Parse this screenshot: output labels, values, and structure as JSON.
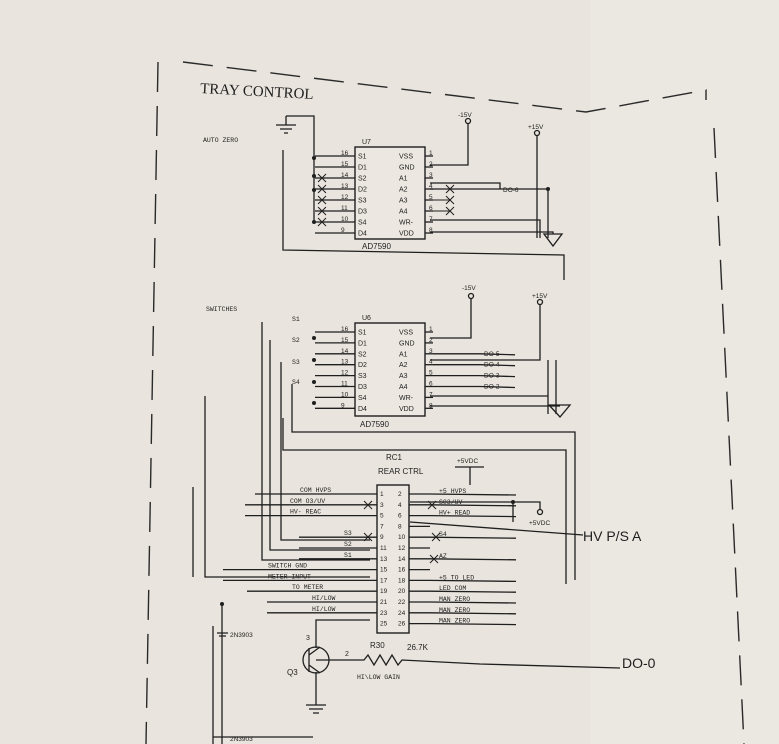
{
  "title": "TRAY CONTROL",
  "sections": {
    "auto_zero": "AUTO ZERO",
    "switches": "SWITCHES"
  },
  "supplies": {
    "neg15": "-15V",
    "pos15": "+15V",
    "pos5vdc": "+5VDC"
  },
  "chip_u7": {
    "ref": "U7",
    "part": "AD7590",
    "left_names": [
      "S1",
      "D1",
      "S2",
      "D2",
      "S3",
      "D3",
      "S4",
      "D4"
    ],
    "left_nums": [
      "16",
      "15",
      "14",
      "13",
      "12",
      "11",
      "10",
      "9"
    ],
    "right_names": [
      "VSS",
      "GND",
      "A1",
      "A2",
      "A3",
      "A4",
      "WR-",
      "VDD"
    ],
    "right_nums": [
      "1",
      "2",
      "3",
      "4",
      "5",
      "6",
      "7",
      "8"
    ],
    "net_label": "DO-6"
  },
  "chip_u6": {
    "ref": "U6",
    "part": "AD7590",
    "left_names": [
      "S1",
      "D1",
      "S2",
      "D2",
      "S3",
      "D3",
      "S4",
      "D4"
    ],
    "left_nums": [
      "16",
      "15",
      "14",
      "13",
      "12",
      "11",
      "10",
      "9"
    ],
    "right_names": [
      "VSS",
      "GND",
      "A1",
      "A2",
      "A3",
      "A4",
      "WR-",
      "VDD"
    ],
    "right_nums": [
      "1",
      "2",
      "3",
      "4",
      "5",
      "6",
      "7",
      "8"
    ],
    "net_labels": [
      "DO-5",
      "DO-4",
      "DO-3",
      "DO-2"
    ],
    "input_labels": [
      "S1",
      "S2",
      "S3",
      "S4"
    ]
  },
  "connector": {
    "ref": "RC1",
    "name": "REAR CTRL",
    "left_nums": [
      "1",
      "3",
      "5",
      "7",
      "9",
      "11",
      "13",
      "15",
      "17",
      "19",
      "21",
      "23",
      "25"
    ],
    "right_nums": [
      "2",
      "4",
      "6",
      "8",
      "10",
      "12",
      "14",
      "16",
      "18",
      "20",
      "22",
      "24",
      "26"
    ],
    "left_signals": [
      "COM HVPS",
      "COM O3/UV",
      "HV- REAC",
      "S3",
      "S2",
      "S1",
      "SWITCH GND",
      "METER INPUT",
      "TO METER",
      "HI/LOW",
      "HI/LOW"
    ],
    "right_signals": [
      "+5 HVPS",
      "S03/UV",
      "HV+ READ",
      "S4",
      "AZ",
      "+5 TO LED",
      "LED COM",
      "MAN ZERO",
      "MAN ZERO",
      "MAN ZERO"
    ]
  },
  "hvps_label": "HV P/S A",
  "transistor": {
    "ref": "Q3",
    "part": "2N3903",
    "pin_base": "2",
    "pin_collector": "3",
    "part_lower": "2N3903"
  },
  "resistor": {
    "ref": "R30",
    "value": "26.7K",
    "net": "HI\\LOW GAIN"
  },
  "do0_label": "DO-0"
}
